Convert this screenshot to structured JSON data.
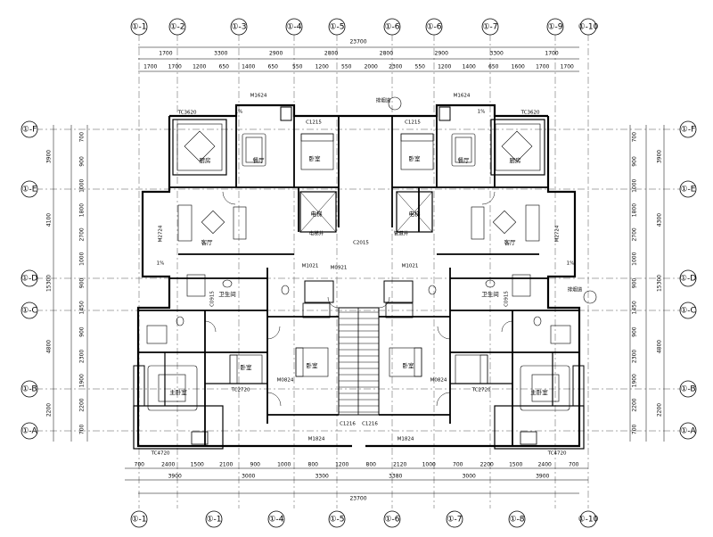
{
  "axes_top": [
    "①-1",
    "①-2",
    "①-3",
    "①-4",
    "①-5",
    "①-6",
    "①-6",
    "①-7",
    "①-9",
    "①-10"
  ],
  "axes_bottom": [
    "①-1",
    "①-1",
    "①-4",
    "①-5",
    "①-6",
    "①-7",
    "①-8",
    "①-10"
  ],
  "axes_left": [
    "①-F",
    "①-E",
    "①-D",
    "①-C",
    "①-B",
    "①-A"
  ],
  "axes_right": [
    "①-F",
    "①-E",
    "①-D",
    "①-C",
    "①-B",
    "①-A"
  ],
  "dims_top_total": "23700",
  "dims_top_row1": [
    "1700",
    "3300",
    "2900",
    "2800",
    "2800",
    "2900",
    "3300",
    "1700"
  ],
  "dims_top_row2": [
    "1700",
    "1700",
    "1200",
    "650",
    "1400",
    "650",
    "550",
    "1200",
    "550",
    "2000",
    "2300",
    "550",
    "1200",
    "1400",
    "650",
    "1600",
    "1700",
    "1700"
  ],
  "dims_bottom_row1": [
    "700",
    "2400",
    "1500",
    "2100",
    "900",
    "1000",
    "800",
    "1200",
    "800",
    "2120",
    "1000",
    "700",
    "2200",
    "1500",
    "2400",
    "700"
  ],
  "dims_bottom_row2": [
    "3900",
    "3000",
    "3300",
    "3380",
    "3000",
    "3900"
  ],
  "dims_bottom_total": "23700",
  "dims_left_outer": [
    "3900",
    "4100",
    "15300",
    "4800",
    "2200"
  ],
  "dims_left_inner": [
    "700",
    "900",
    "1000",
    "1800",
    "2700",
    "1000",
    "900",
    "1450",
    "900",
    "2300",
    "1900",
    "2200",
    "700"
  ],
  "dims_right_outer": [
    "3900",
    "4300",
    "15300",
    "4800",
    "2200"
  ],
  "dims_right_inner": [
    "700",
    "900",
    "1000",
    "1800",
    "2700",
    "1000",
    "900",
    "1450",
    "900",
    "2300",
    "1900",
    "2200",
    "700"
  ],
  "rooms": [
    "厨房",
    "餐厅",
    "卧室",
    "客厅",
    "卫生间",
    "卧室",
    "卧室",
    "电梯",
    "电梯",
    "客厅",
    "卧室",
    "餐厅",
    "厨房",
    "主卧室",
    "卫生间",
    "主卧室",
    "卧室"
  ],
  "codes": [
    "TC3620",
    "M1624",
    "C1215",
    "C1215",
    "M1624",
    "TC3620",
    "M2724",
    "M2724",
    "C2015",
    "M1021",
    "M1021",
    "M0921",
    "C0915",
    "C0915",
    "M0824",
    "M0824",
    "TC2720",
    "TC2720",
    "TC4720",
    "TC4720",
    "M1824",
    "M1824",
    "C1216",
    "C1216"
  ],
  "notes": [
    "排烟道",
    "排烟道",
    "电梯井",
    "管道井",
    "1%",
    "1%",
    "1%",
    "1%"
  ]
}
